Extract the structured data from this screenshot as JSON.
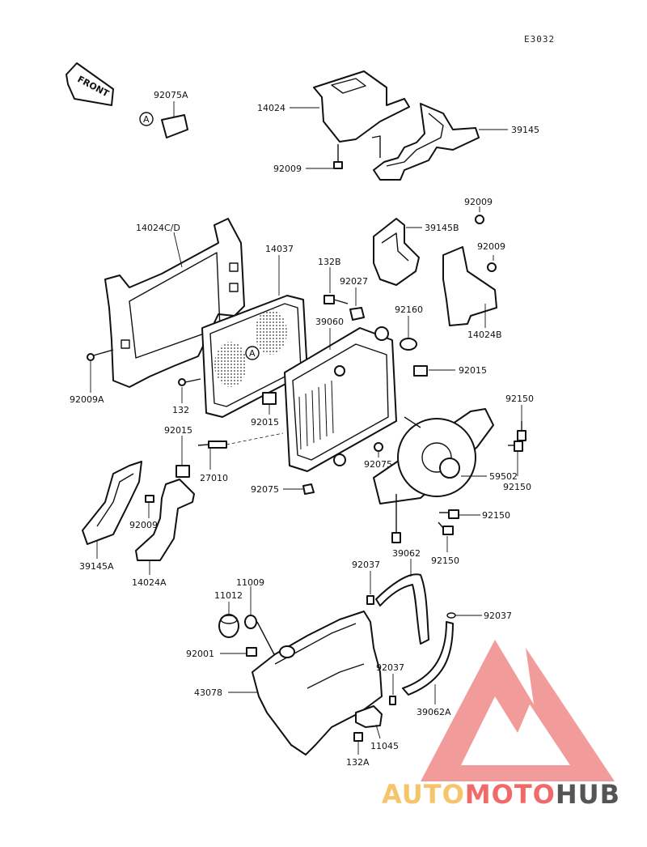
{
  "diagram": {
    "code": "E3032",
    "front_label": "FRONT",
    "callout_a": "A",
    "labels": {
      "p92075A": "92075A",
      "p14024_top": "14024",
      "p39145_top": "39145",
      "p92009_top": "92009",
      "p14024CD": "14024C/D",
      "p14037": "14037",
      "p132B": "132B",
      "p92027": "92027",
      "p39145B": "39145B",
      "p92009_r1": "92009",
      "p92009_r2": "92009",
      "p14024B": "14024B",
      "p39060": "39060",
      "p92160": "92160",
      "p92009A": "92009A",
      "p132": "132",
      "p92015_mid": "92015",
      "p92015_r": "92015",
      "p92015_l": "92015",
      "p27010": "27010",
      "p92075_mid": "92075",
      "p92075_low": "92075",
      "p92150_1": "92150",
      "p92150_2": "92150",
      "p59502": "59502",
      "p92150_3": "92150",
      "p92150_4": "92150",
      "p92009_l": "92009",
      "p39145A": "39145A",
      "p14024A": "14024A",
      "p92037_1": "92037",
      "p39062": "39062",
      "p11009": "11009",
      "p11012": "11012",
      "p92037_2": "92037",
      "p92001": "92001",
      "p92037_3": "92037",
      "p43078": "43078",
      "p39062A": "39062A",
      "p11045": "11045",
      "p132A": "132A"
    }
  },
  "watermark": {
    "part1": "AUTO",
    "part2": "MOTO",
    "part3": "HUB",
    "colors": {
      "auto": "#f6c46a",
      "moto": "#f06a6a",
      "hub": "#555555",
      "triangle": "#f08a8a"
    }
  }
}
